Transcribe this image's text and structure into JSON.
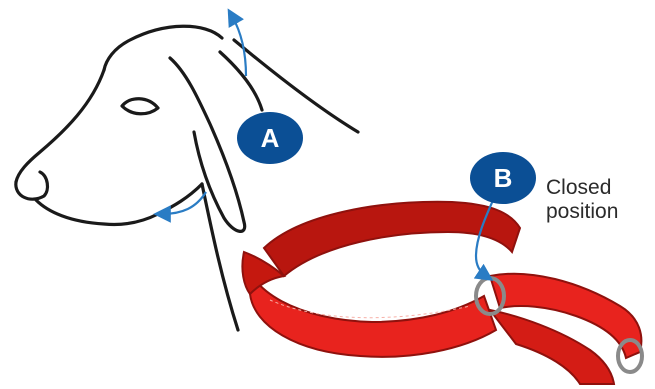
{
  "labels": {
    "a": "A",
    "b": "B",
    "closed_line1": "Closed",
    "closed_line2": "position"
  },
  "colors": {
    "outline": "#1a1a1a",
    "badge": "#0b4f95",
    "arrow": "#2a7cc4",
    "collar": "#e8231e",
    "collar_edge": "#8f110d",
    "collar_shadow": "#b8160f",
    "ring": "#8a8a8a"
  },
  "icons": {
    "dog_head": "dog-head-icon",
    "collar": "martingale-collar-icon"
  }
}
